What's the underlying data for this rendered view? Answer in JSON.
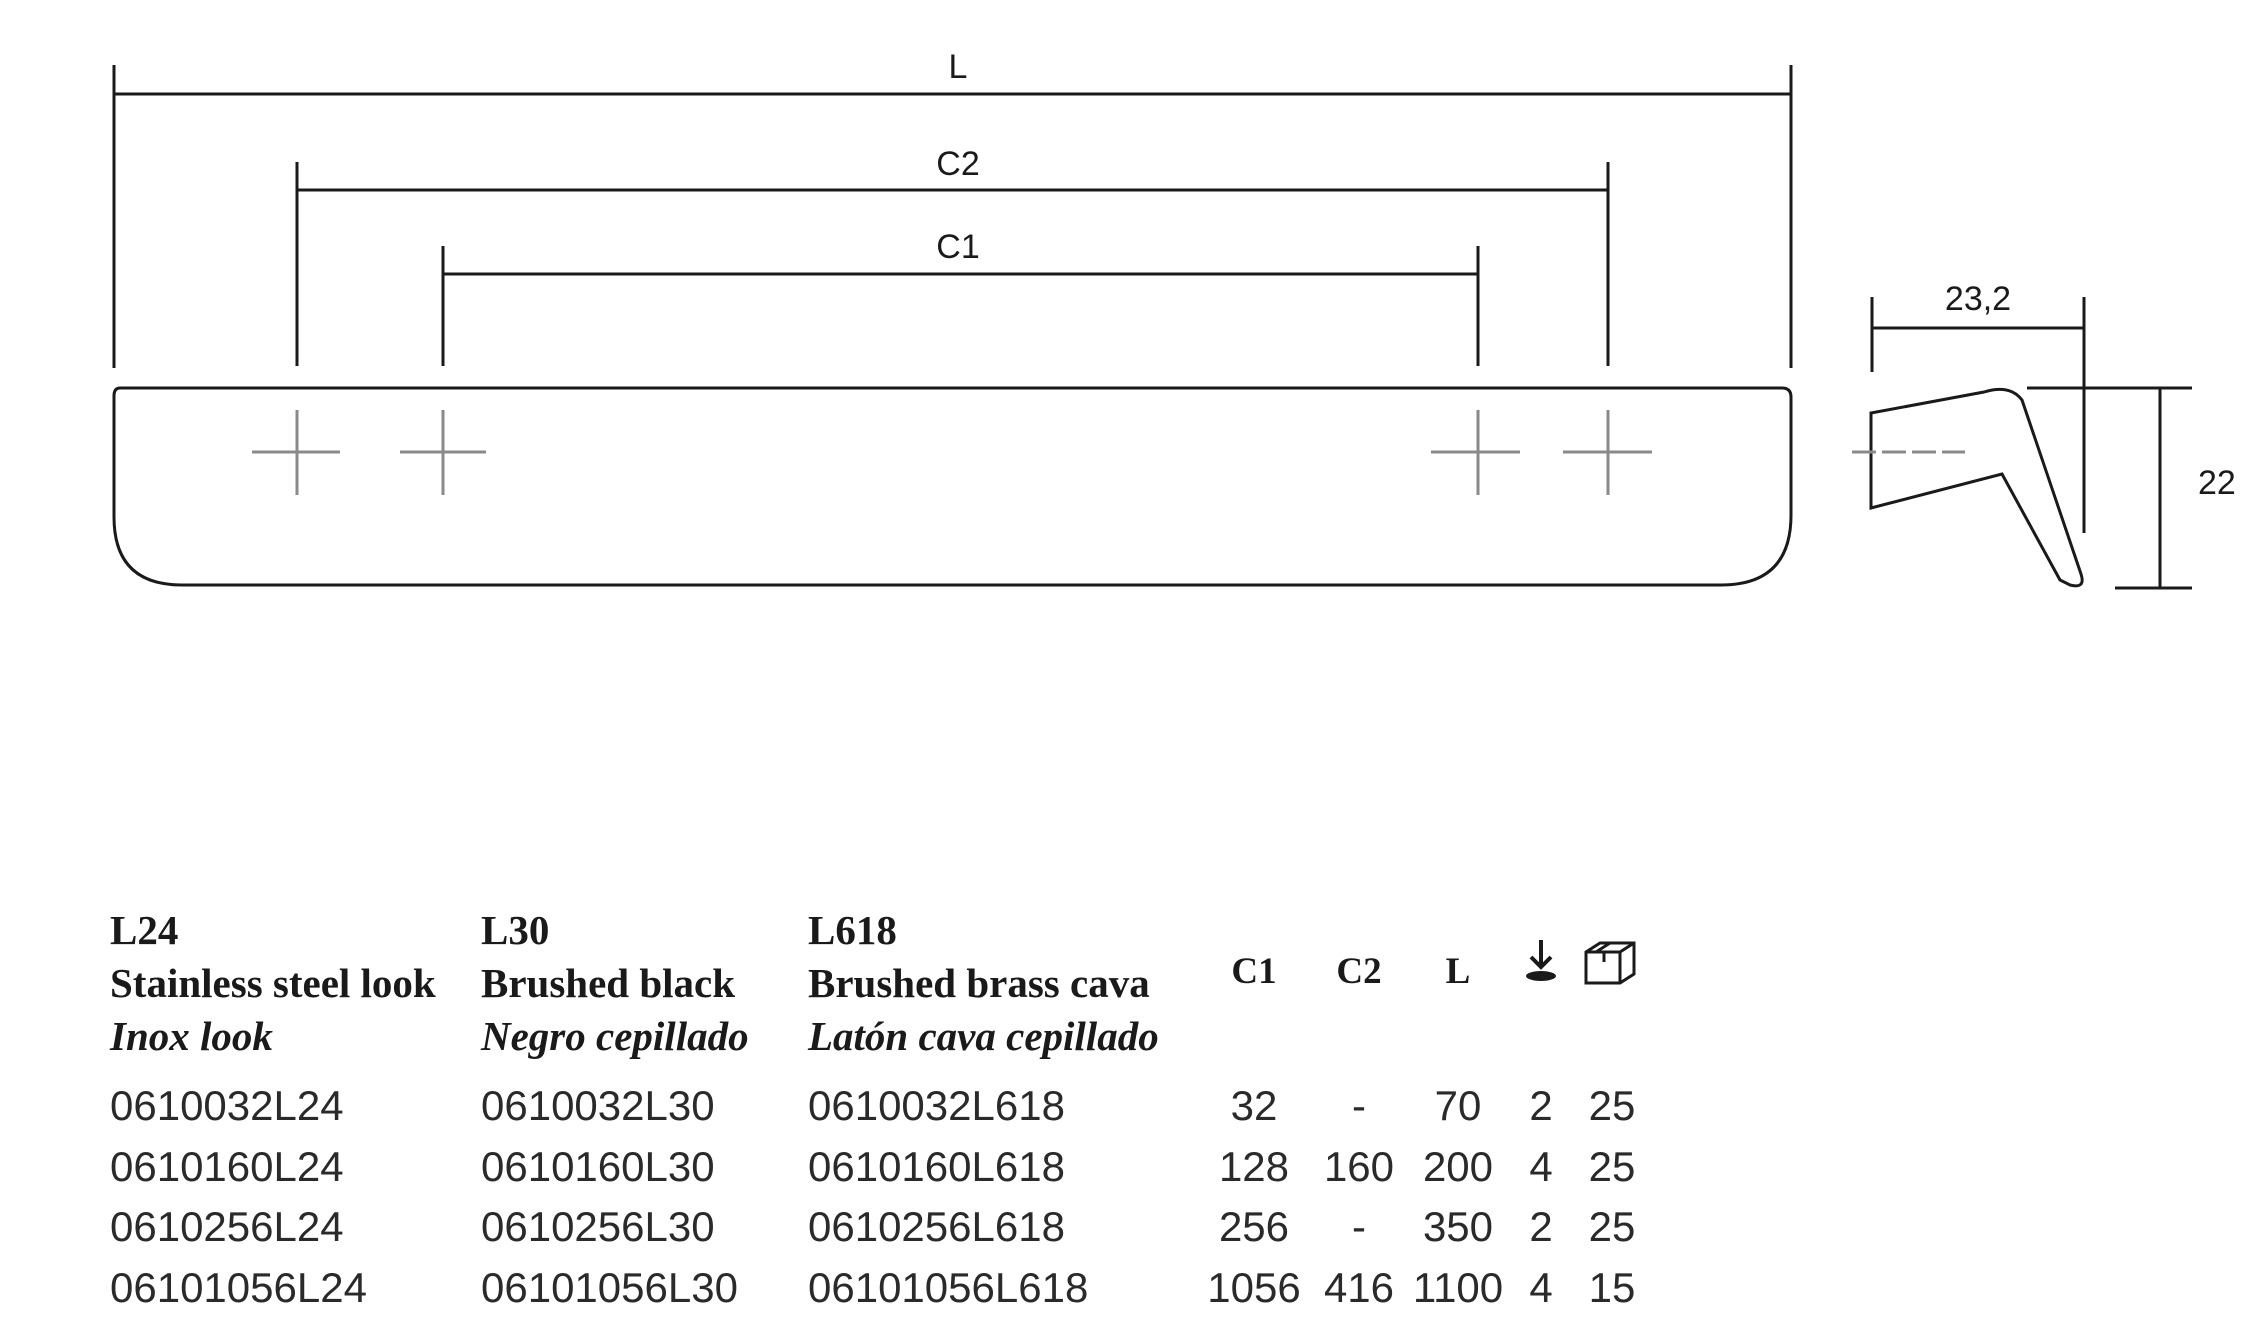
{
  "drawing": {
    "dimensions": {
      "L": "L",
      "C2": "C2",
      "C1": "C1",
      "depth": "23,2",
      "height": "22"
    }
  },
  "table": {
    "finishes": [
      {
        "code": "L24",
        "name_en": "Stainless steel look",
        "name_es": "Inox look"
      },
      {
        "code": "L30",
        "name_en": "Brushed black",
        "name_es": "Negro cepillado"
      },
      {
        "code": "L618",
        "name_en": "Brushed brass cava",
        "name_es": "Latón cava cepillado"
      }
    ],
    "dim_headers": {
      "c1": "C1",
      "c2": "C2",
      "l": "L"
    },
    "icons": {
      "screws": "screw-download-icon",
      "box": "box-package-icon"
    },
    "rows": [
      {
        "ref_l24": "0610032L24",
        "ref_l30": "0610032L30",
        "ref_l618": "0610032L618",
        "c1": "32",
        "c2": "-",
        "l": "70",
        "screws": "2",
        "box": "25"
      },
      {
        "ref_l24": "0610160L24",
        "ref_l30": "0610160L30",
        "ref_l618": "0610160L618",
        "c1": "128",
        "c2": "160",
        "l": "200",
        "screws": "4",
        "box": "25"
      },
      {
        "ref_l24": "0610256L24",
        "ref_l30": "0610256L30",
        "ref_l618": "0610256L618",
        "c1": "256",
        "c2": "-",
        "l": "350",
        "screws": "2",
        "box": "25"
      },
      {
        "ref_l24": "06101056L24",
        "ref_l30": "06101056L30",
        "ref_l618": "06101056L618",
        "c1": "1056",
        "c2": "416",
        "l": "1100",
        "screws": "4",
        "box": "15"
      }
    ]
  }
}
